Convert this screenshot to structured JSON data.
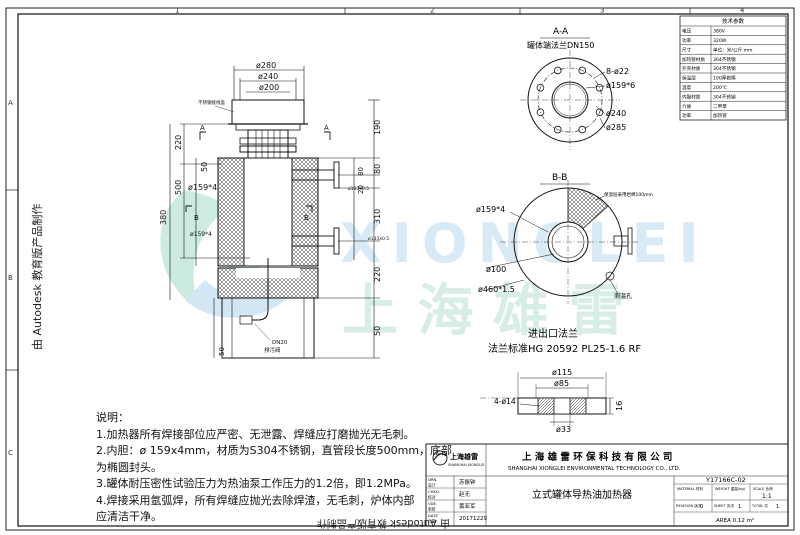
{
  "sheet": {
    "top_zones": [
      "1",
      "2",
      "3",
      "4"
    ],
    "side_zones": [
      "A",
      "B",
      "C"
    ],
    "vertical_stamp": "由 Autodesk 教育版产品制作",
    "bottom_stamp": "由 Autodesk 教育版产品制作",
    "watermark_brand": "XIONGLEI",
    "watermark_chinese": "上 海 雄 雷"
  },
  "main_view": {
    "dims_top": [
      "ø280",
      "ø240",
      "ø200"
    ],
    "flange_label": "ø159*4",
    "wiring_label": "不锈钢接线盒",
    "left_dims": [
      "220",
      "500",
      "380",
      "50"
    ],
    "inner_pipe_label": "ø159*4",
    "right_dims": [
      "190",
      "80",
      "310",
      "220",
      "50"
    ],
    "right_small_dims": [
      "80",
      "20"
    ],
    "pipe_labels": [
      "ø133x0.5",
      "ø133x0.5"
    ],
    "drain_label": "DN20",
    "drain_name": "排污阀",
    "section_marks": [
      "A",
      "A",
      "B",
      "B"
    ],
    "bottom_left_dim": "50"
  },
  "section_aa": {
    "title": "A-A",
    "subtitle": "罐体端法兰DN150",
    "labels": [
      "8-ø22",
      "ø159*6",
      "ø240",
      "ø285"
    ]
  },
  "section_bb": {
    "title": "B-B",
    "labels": [
      "ø159*4",
      "ø100",
      "ø460*1.5"
    ],
    "fill_note": "保温层采用岩棉100mm",
    "hole_note": "测温孔"
  },
  "flange_detail": {
    "title": "进出口法兰",
    "standard": "法兰标准HG 20592 PL25-1.6 RF",
    "dims": [
      "ø115",
      "ø85",
      "ø33",
      "4-ø14",
      "16"
    ]
  },
  "tech_table": {
    "title": "技术参数",
    "rows": [
      [
        "电压",
        "380V"
      ],
      [
        "功率",
        "320W"
      ],
      [
        "尺寸",
        "单位：米/公斤 mm"
      ],
      [
        "加热管材质",
        "304不锈钢"
      ],
      [
        "外壳材质",
        "304不锈钢"
      ],
      [
        "保温层",
        "100厚岩棉"
      ],
      [
        "温度",
        "200℃"
      ],
      [
        "内胆材质",
        "304不锈钢"
      ],
      [
        "介质",
        "二甲苯"
      ],
      [
        "功率",
        "加热管"
      ]
    ]
  },
  "notes": {
    "heading": "说明：",
    "lines": [
      "1.加热器所有焊接部位应严密、无泄露、焊缝应打磨抛光无毛刺。",
      "2.内胆：ø 159x4mm，材质为S304不锈钢，直管段长度500mm，底部",
      "为椭圆封头。",
      "3.罐体耐压密性试验压力为热油泵工作压力的1.2倍，即1.2MPa。",
      "4.焊接采用氩弧焊，所有焊缝应抛光去除焊渣，无毛刺，炉体内部",
      "应清洁干净。"
    ]
  },
  "title_block": {
    "left_labels": [
      "DRN.",
      "CHKD.",
      "VDE.",
      "DATE"
    ],
    "left_sublabels": [
      "设计",
      "校对",
      "审核",
      "日期"
    ],
    "names": [
      "苏振钟",
      "赵无",
      "黄亚军",
      "20171229"
    ],
    "logo_text": "上海雄雷",
    "logo_subtext": "SHANGHAI XIONGLEI",
    "company_cn": "上 海 雄 雷 环 保 科 技 有 限 公 司",
    "company_en": "SHANGHAI XIONGLEI ENVIRONMENTAL TECHNOLOGY CO., LTD.",
    "drawing_title": "立式罐体导热油加热器",
    "drawing_no": "Y17166C-02",
    "col_heads": [
      "MATERIAL 材料",
      "WEIGHT 重量(kg)",
      "SCALE 比例"
    ],
    "scale": "1:1",
    "revision_labels": [
      "REVISION 版次",
      "SHEET 页次",
      "TOTAL 共"
    ],
    "revision_values": [
      "0",
      "1",
      "1"
    ],
    "area": "AREA  0.12 m²"
  }
}
